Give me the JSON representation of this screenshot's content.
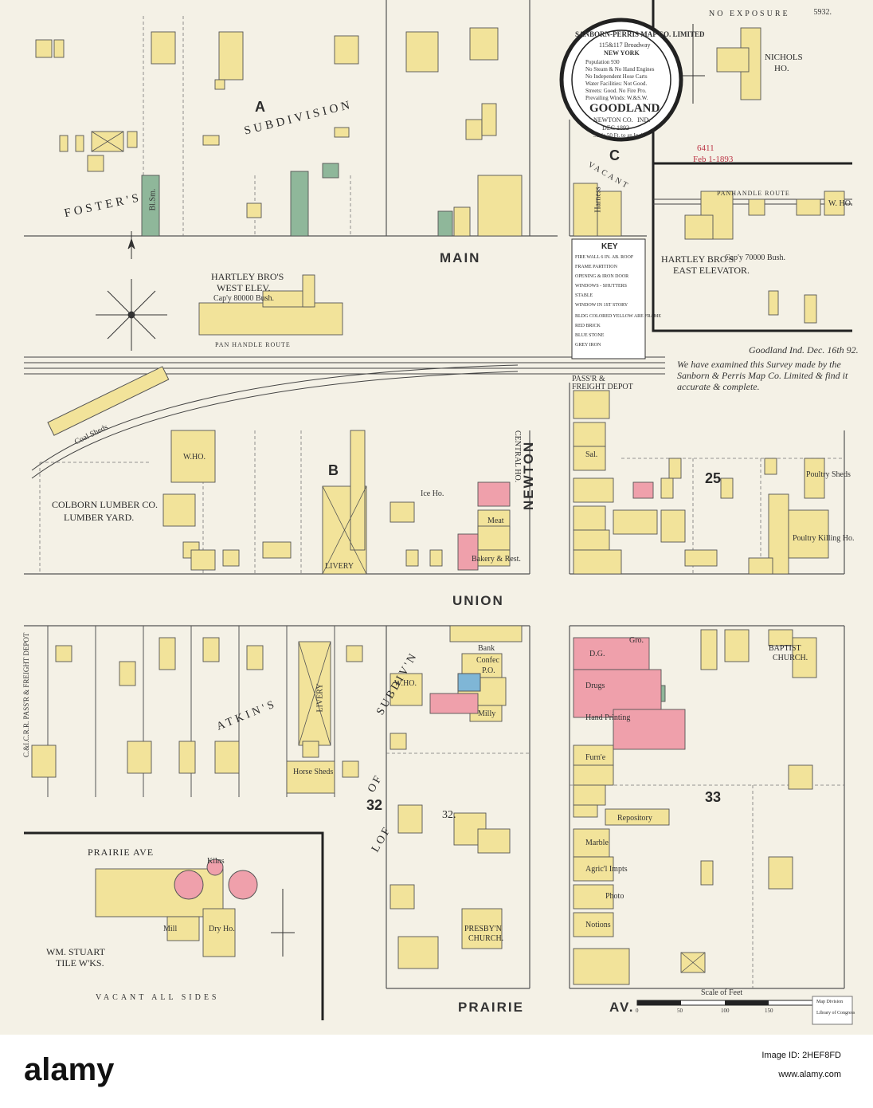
{
  "sheet_number": "5932.",
  "no_exposure": "NO EXPOSURE",
  "title_seal": {
    "ring_text": "SANBORN-PERRIS MAP CO. LIMITED",
    "address": "115&117 Broadway",
    "city": "NEW YORK",
    "lines": [
      "Population 930",
      "No Steam & No Hand Engines",
      "No Independent Hose Carts",
      "Water Facilities: Not Good.",
      "Streets: Good. No Fire Pro.",
      "Prevailing Winds: W.&S.W."
    ],
    "town": "GOODLAND",
    "county": "NEWTON CO.",
    "state": "IND.",
    "date": "DEC 1892",
    "scale": "Scale 50 Ft. to an Inch"
  },
  "streets": {
    "main": "MAIN",
    "union": "UNION",
    "newton": "NEWTON",
    "prairie_av": "PRAIRIE",
    "prairie_av2": "AV.",
    "prairie_ave": "PRAIRIE AVE",
    "panhandle": "PAN HANDLE ROUTE",
    "panhandle_main": "PANHANDLE ROUTE"
  },
  "blocks": {
    "A": "A",
    "B": "B",
    "C": "C",
    "b25": "25",
    "b32": "32",
    "b33": "33"
  },
  "subdivisions": {
    "a_subdivision": "SUBDIVISION",
    "fosters": "FOSTER'S",
    "atkins": "ATKIN'S",
    "subdivn": "SUBDIV'N",
    "of": "OF",
    "lof": "LOF",
    "lof32": "32."
  },
  "places": {
    "hartley_west": "HARTLEY BRO'S",
    "hartley_west2": "WEST ELEV.",
    "hartley_west_cap": "Cap'y 80000 Bush.",
    "hartley_east": "HARTLEY BRO'S",
    "hartley_east2": "EAST ELEVATOR.",
    "hartley_east_cap": "Cap'y 70000 Bush.",
    "nichols": "NICHOLS",
    "nichols2": "HO.",
    "colborn": "COLBORN LUMBER CO.",
    "colborn2": "LUMBER YARD.",
    "stuart": "WM. STUART",
    "stuart2": "TILE W'KS.",
    "baptist": "BAPTIST",
    "baptist2": "CHURCH.",
    "presbyn": "PRESBY'N",
    "presbyn2": "CHURCH.",
    "depot": "PASS'R &",
    "depot2": "FREIGHT DEPOT",
    "cei_depot": "C.&I.C.R.R. PASS'R & FREIGHT DEPOT",
    "vacant_bottom": "VACANT ALL SIDES",
    "vacant": "VACANT",
    "livery1": "LIVERY",
    "livery2": "LIVERY",
    "kilns": "Kilns",
    "dry_ho": "Dry Ho.",
    "mill": "Mill",
    "coal_sheds": "Coal Sheds",
    "who1": "W.HO.",
    "who2": "W. HO.",
    "who3": "W.HO.",
    "repository": "Repository",
    "marble": "Marble",
    "agric": "Agric'l Impts",
    "photo": "Photo",
    "notions": "Notions",
    "hand_printing": "Hand Printing",
    "furn": "Furn'e",
    "drugs": "Drugs",
    "dg": "D.G.",
    "gro": "Gro.",
    "bank": "Bank",
    "po": "P.O.",
    "confec": "Confec",
    "milly": "Milly",
    "bakery": "Bakery & Rest.",
    "meat": "Meat",
    "sal": "Sal.",
    "harness": "Harness",
    "blacksmith": "Bl.Sm.",
    "poultry": "Poultry Sheds",
    "poultry_killing": "Poultry Killing Ho.",
    "central_ho": "CENTRAL HO.",
    "horse_sheds": "Horse Sheds",
    "ice_ho": "Ice Ho.",
    "pass_depot_ne": "PASS'R & FREIGHT DEPOT"
  },
  "certification": {
    "line1": "Goodland Ind. Dec. 16th 92.",
    "line2": "We have examined this Survey made by the",
    "line3": "Sanborn & Perris Map Co. Limited & find it",
    "line4": "accurate & complete."
  },
  "key": {
    "title": "KEY",
    "lines": [
      "FIRE WALL 6 IN. AB. ROOF",
      "FRAME PARTITION",
      "OPENING & IRON DOOR",
      "WINDOWS - SHUTTERS",
      "STABLE",
      "WINDOW IN 1ST STORY",
      "BLDG COLORED YELLOW ARE FRAME",
      "RED BRICK",
      "BLUE STONE",
      "GREY IRON"
    ]
  },
  "scale_bar": {
    "label": "Scale of Feet",
    "ticks": [
      "0",
      "50",
      "100",
      "150"
    ]
  },
  "stamps": {
    "library1": "Map Division",
    "library2": "Library of Congress",
    "recv1": "6411",
    "recv2": "Feb 1-1893"
  },
  "footer": {
    "logo": "alamy",
    "image_id": "Image ID: 2HEF8FD",
    "stock": "www.alamy.com"
  },
  "colors": {
    "paper": "#f4f1e6",
    "frame": "#f2e39a",
    "brick": "#efa0ab",
    "stone": "#7fb6d6",
    "iron": "#8fb79a",
    "line": "#444444"
  }
}
